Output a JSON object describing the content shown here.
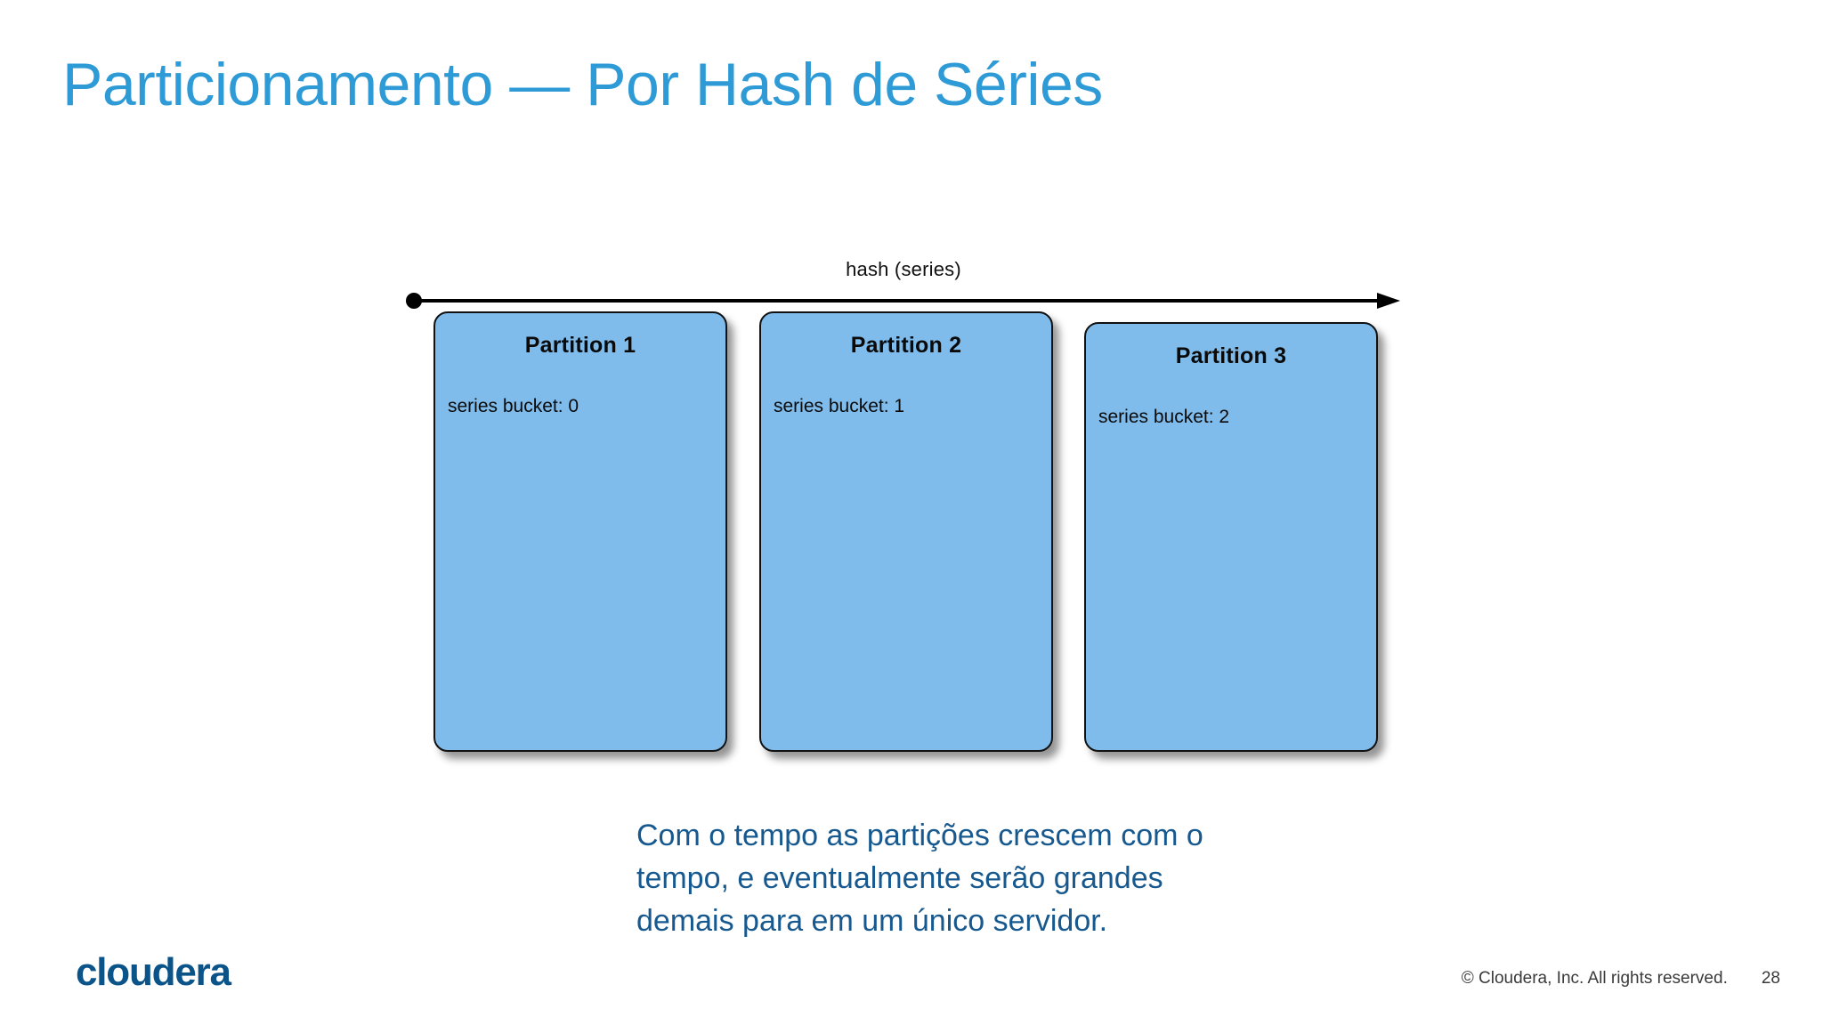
{
  "slide": {
    "title": "Particionamento — Por Hash de Séries",
    "title_color": "#2E9BD6"
  },
  "diagram": {
    "axis_label": "hash (series)",
    "arrow_direction": "left-to-right",
    "box_fill_color": "#7FBCEB",
    "box_border_color": "#111111",
    "partitions": [
      {
        "title": "Partition 1",
        "bucket": "series bucket: 0"
      },
      {
        "title": "Partition 2",
        "bucket": "series bucket: 1"
      },
      {
        "title": "Partition 3",
        "bucket": "series bucket: 2"
      }
    ]
  },
  "caption": {
    "text": "Com o tempo as partições crescem com o tempo, e eventualmente serão grandes demais para em um único servidor.",
    "color": "#17598E"
  },
  "footer": {
    "logo": "cloudera",
    "logo_color": "#0B5489",
    "copyright": "© Cloudera, Inc. All rights reserved.",
    "page_number": "28"
  }
}
